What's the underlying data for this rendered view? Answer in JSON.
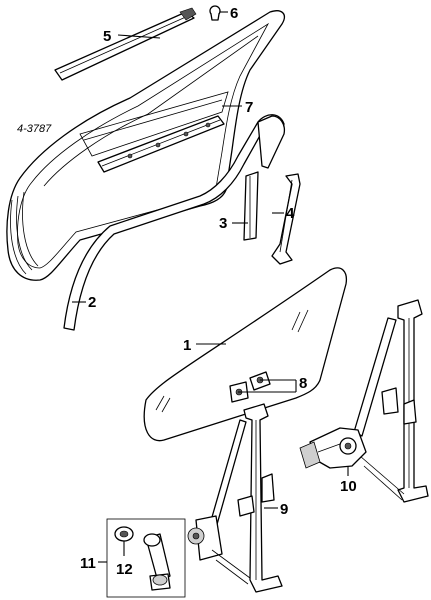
{
  "diagram": {
    "reference_code": "4-3787",
    "callouts": [
      {
        "id": "1",
        "text": "1"
      },
      {
        "id": "2",
        "text": "2"
      },
      {
        "id": "3",
        "text": "3"
      },
      {
        "id": "4",
        "text": "4"
      },
      {
        "id": "5",
        "text": "5"
      },
      {
        "id": "6",
        "text": "6"
      },
      {
        "id": "7",
        "text": "7"
      },
      {
        "id": "8",
        "text": "8"
      },
      {
        "id": "9",
        "text": "9"
      },
      {
        "id": "10",
        "text": "10"
      },
      {
        "id": "11",
        "text": "11"
      },
      {
        "id": "12",
        "text": "12"
      }
    ]
  }
}
